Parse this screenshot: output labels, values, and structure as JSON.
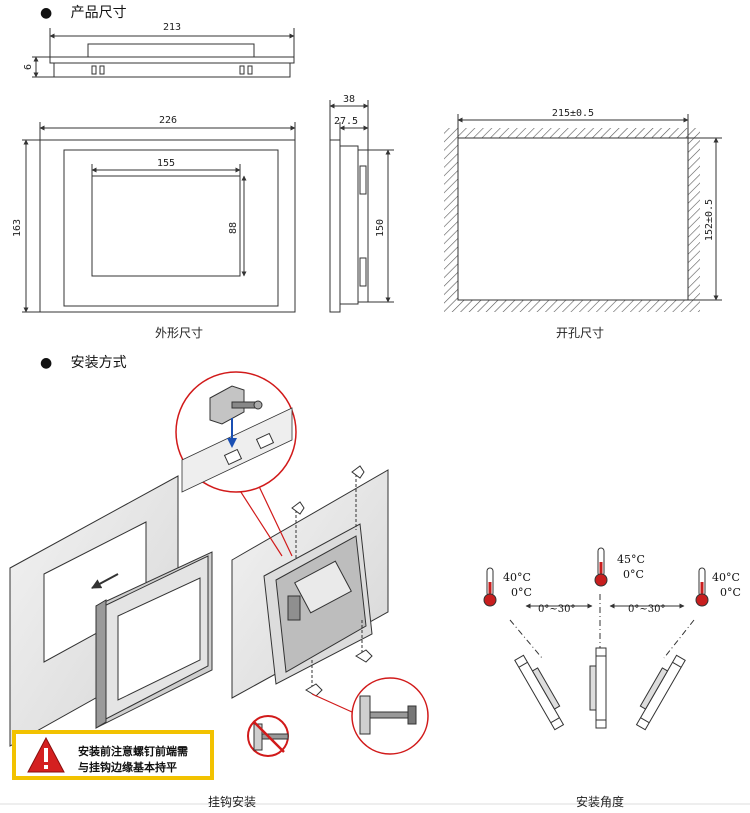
{
  "sections": {
    "size_heading": "产品尺寸",
    "install_heading": "安装方式"
  },
  "captions": {
    "outline": "外形尺寸",
    "cutout": "开孔尺寸",
    "hook_install": "挂钩安装",
    "install_angle": "安装角度"
  },
  "dimensions": {
    "top_width": "213",
    "top_thickness": "6",
    "front_width": "226",
    "front_height": "163",
    "screen_width": "155",
    "screen_height": "88",
    "side_depth": "38",
    "side_depth_inner": "27.5",
    "side_height": "150",
    "cutout_width": "215±0.5",
    "cutout_height": "152±0.5"
  },
  "warning": {
    "line1": "安装前注意螺钉前端需",
    "line2": "与挂钩边缘基本持平"
  },
  "angles": {
    "left_temp_high": "40°C",
    "left_temp_low": "0°C",
    "center_temp_high": "45°C",
    "center_temp_low": "0°C",
    "right_temp_high": "40°C",
    "right_temp_low": "0°C",
    "left_range": "0°~30°",
    "right_range": "0°~30°"
  },
  "colors": {
    "line": "#333333",
    "hatch": "#555555",
    "callout": "#d11a1a",
    "arrow_blue": "#1a4fb3",
    "warn_border": "#f2c200",
    "warn_red": "#d42020",
    "thermo_red": "#c81e1e"
  },
  "icons": [
    "bullet-dot",
    "thermometer-icon",
    "warning-triangle-icon",
    "no-entry-icon"
  ]
}
